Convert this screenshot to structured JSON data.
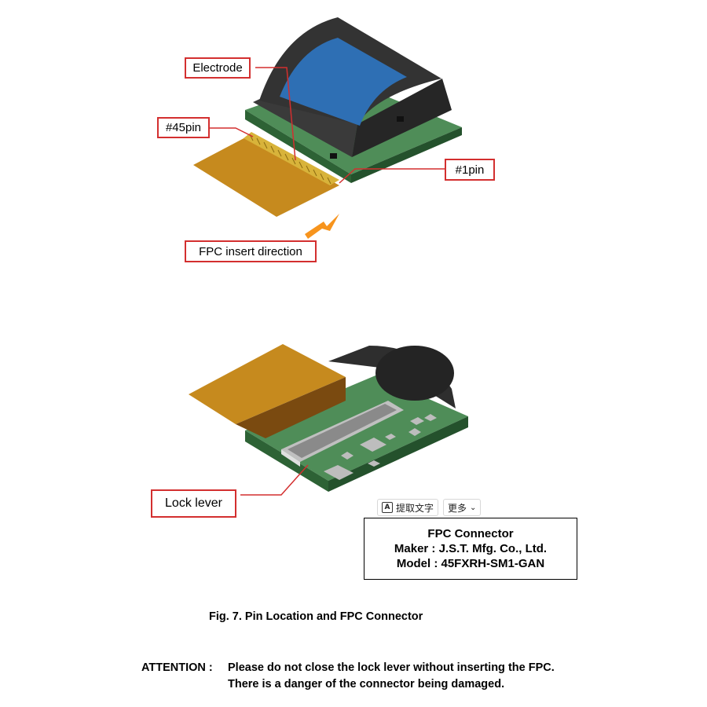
{
  "callouts": {
    "electrode": "Electrode",
    "pin45": "#45pin",
    "pin1": "#1pin",
    "insert_direction": "FPC insert direction",
    "lock_lever": "Lock lever"
  },
  "toolbar": {
    "extract_text": "提取文字",
    "more": "更多",
    "more_chevron": "⌄"
  },
  "connector_info": {
    "title": "FPC Connector",
    "maker": "Maker :  J.S.T. Mfg. Co., Ltd.",
    "model": "Model :  45FXRH-SM1-GAN"
  },
  "caption": "Fig. 7. Pin Location and FPC Connector",
  "attention": {
    "label": "ATTENTION :",
    "line1": "Please do not close the lock lever without inserting the FPC.",
    "line2": "There is a danger of the connector being damaged."
  },
  "colors": {
    "callout_border": "#d32f2f",
    "arrow": "#f7941d",
    "pcb": "#3d7a45",
    "fpc": "#c68a1e",
    "housing": "#2e2e2e",
    "screen": "#2e6fb4"
  }
}
